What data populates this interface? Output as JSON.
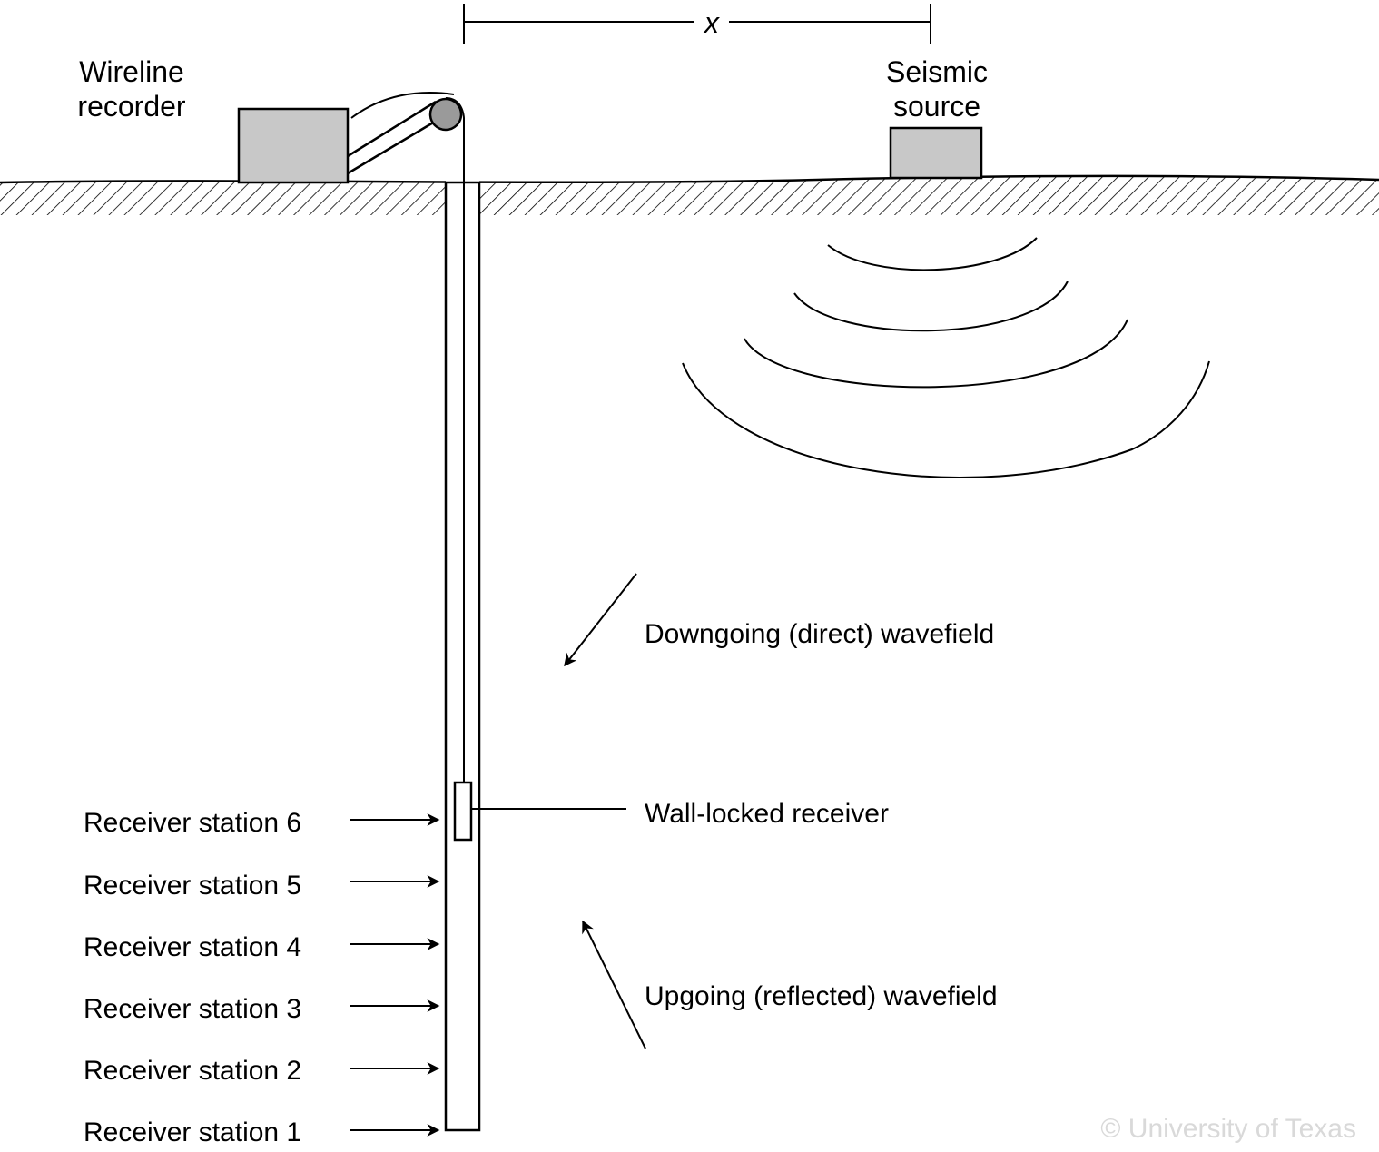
{
  "colors": {
    "line": "#000000",
    "box_fill": "#c8c8c8",
    "pulley_fill": "#9a9a9a",
    "watermark": "#d9d9d9",
    "background": "#ffffff"
  },
  "labels": {
    "offset": "x",
    "recorder_line1": "Wireline",
    "recorder_line2": "recorder",
    "source_line1": "Seismic",
    "source_line2": "source",
    "downgoing": "Downgoing (direct) wavefield",
    "upgoing": "Upgoing (reflected) wavefield",
    "receiver": "Wall-locked receiver"
  },
  "stations": [
    {
      "label": "Receiver station 6"
    },
    {
      "label": "Receiver station 5"
    },
    {
      "label": "Receiver station 4"
    },
    {
      "label": "Receiver station 3"
    },
    {
      "label": "Receiver station 2"
    },
    {
      "label": "Receiver station 1"
    }
  ],
  "watermark": "© University of Texas"
}
